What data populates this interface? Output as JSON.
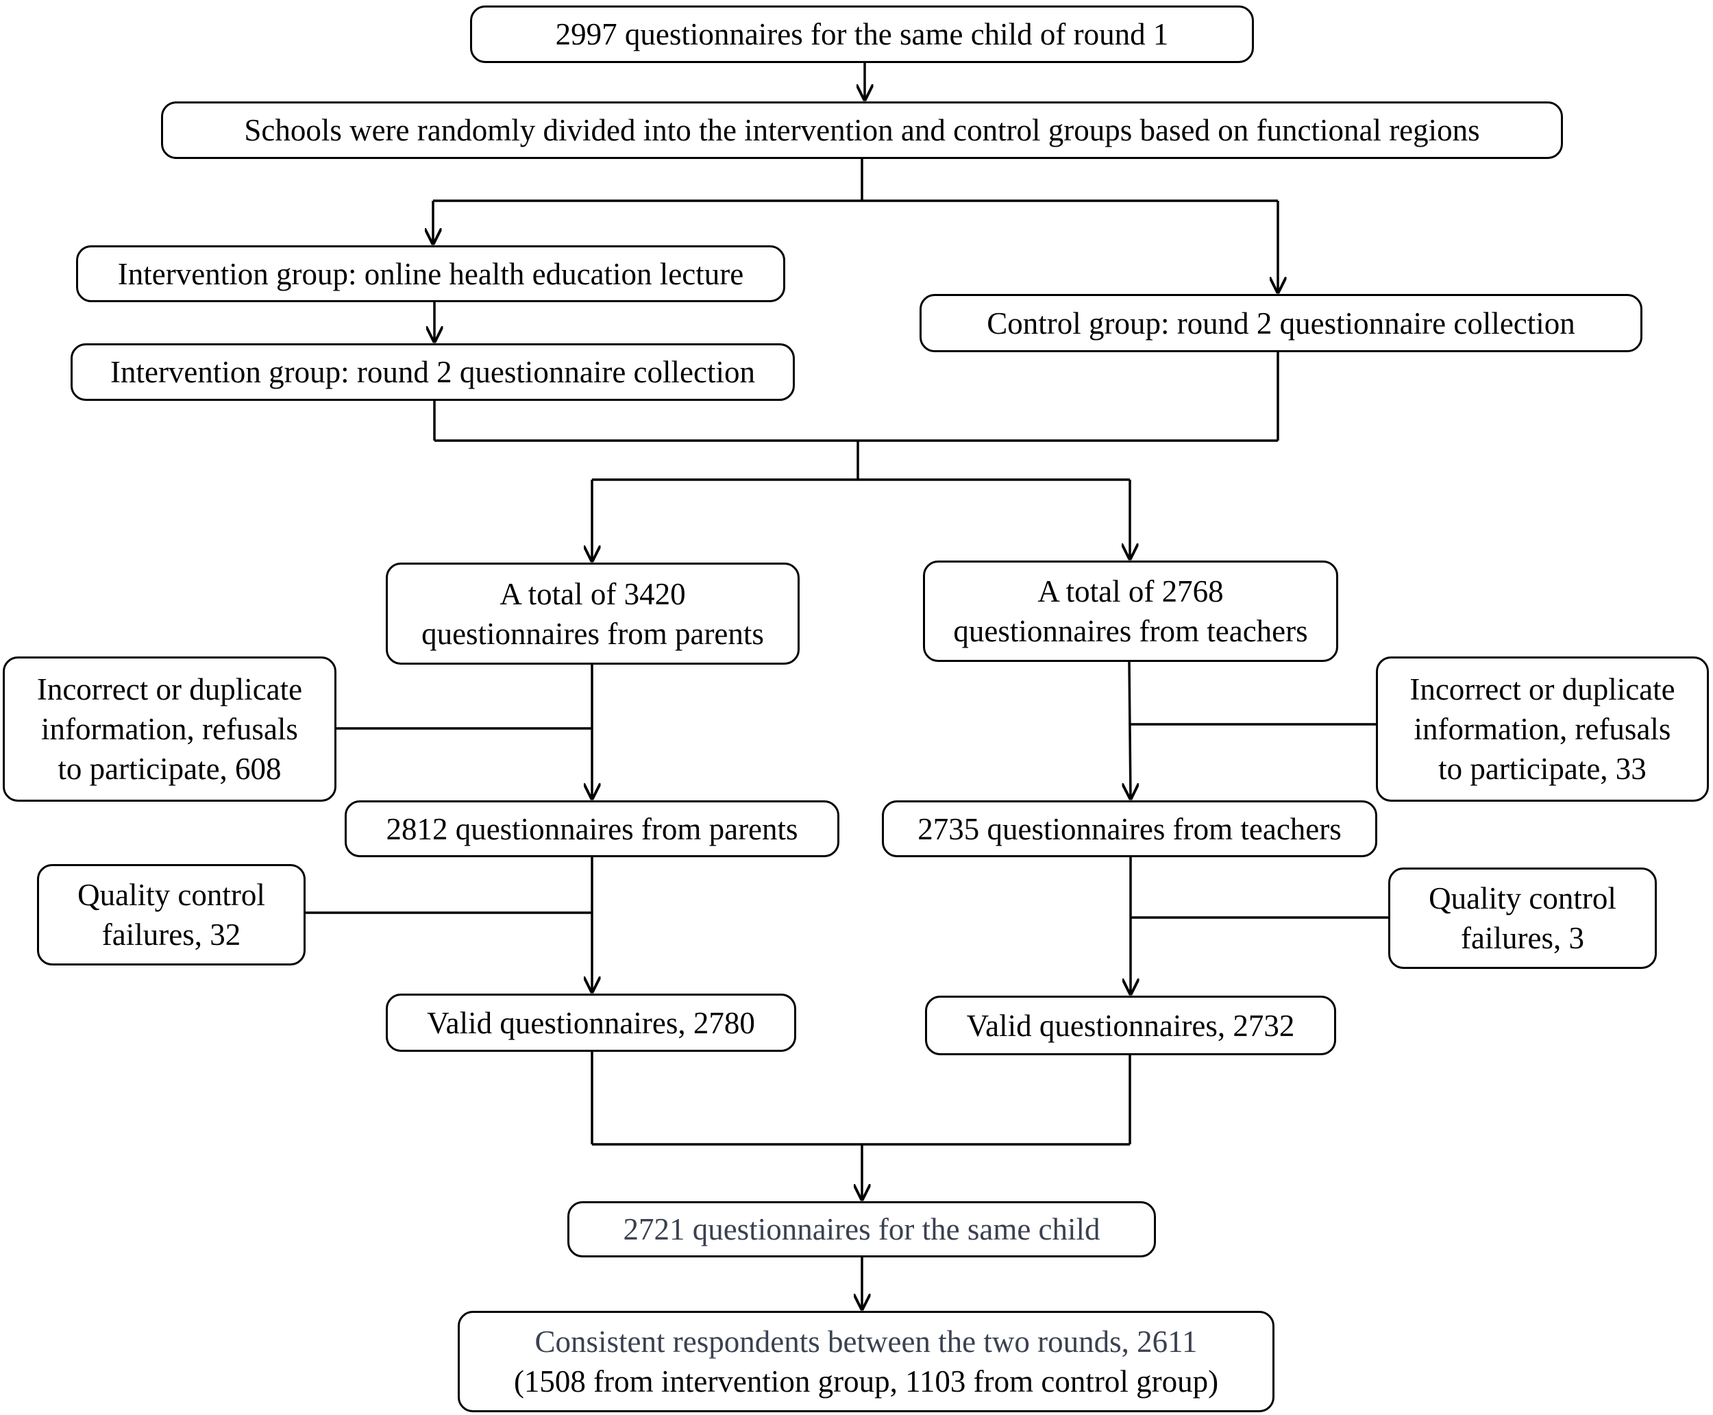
{
  "flowchart": {
    "start": "2997 questionnaires for the same child of round 1",
    "randomization": "Schools were randomly divided into the intervention and control groups based on functional regions",
    "intervention_lecture": "Intervention group: online health education lecture",
    "intervention_collection": "Intervention group: round 2 questionnaire collection",
    "control_collection": "Control group: round 2 questionnaire collection",
    "parents": {
      "total_line1": "A total of 3420",
      "total_line2": "questionnaires from parents",
      "excluded_line1": "Incorrect or duplicate",
      "excluded_line2": "information, refusals",
      "excluded_line3": "to participate, 608",
      "after_exclusion": "2812 questionnaires from parents",
      "qc_line1": "Quality control",
      "qc_line2": "failures, 32",
      "valid": "Valid questionnaires, 2780"
    },
    "teachers": {
      "total_line1": "A total of 2768",
      "total_line2": "questionnaires from teachers",
      "excluded_line1": "Incorrect or duplicate",
      "excluded_line2": "information, refusals",
      "excluded_line3": "to participate, 33",
      "after_exclusion": "2735 questionnaires from teachers",
      "qc_line1": "Quality control",
      "qc_line2": "failures, 3",
      "valid": "Valid questionnaires, 2732"
    },
    "same_child": "2721 questionnaires for the same child",
    "final_line1": "Consistent respondents between the two rounds, 2611",
    "final_line2": "(1508 from intervention group, 1103 from control group)"
  }
}
